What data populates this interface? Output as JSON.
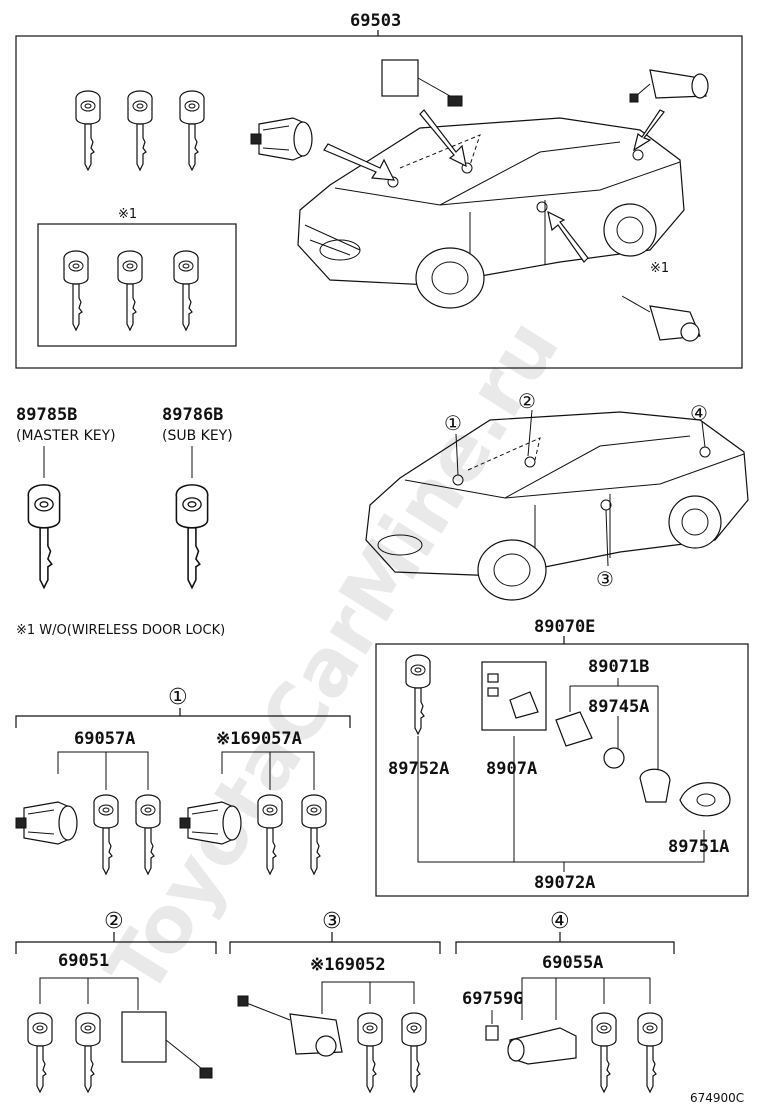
{
  "watermark": "ToyotaCarMine.ru",
  "top_group": {
    "label": "69503",
    "note_mark": "※1"
  },
  "master_key": {
    "part_no": "89785B",
    "desc": "(MASTER KEY)"
  },
  "sub_key": {
    "part_no": "89786B",
    "desc": "(SUB KEY)"
  },
  "footnote": "※1 W/O(WIRELESS DOOR LOCK)",
  "car_callouts": [
    "①",
    "②",
    "③",
    "④"
  ],
  "transmitter_group": {
    "label": "89070E",
    "parts": {
      "p89071B": "89071B",
      "p89745A": "89745A",
      "p89752A": "89752A",
      "p8907A": "8907A",
      "p89751A": "89751A",
      "p89072A": "89072A"
    }
  },
  "section1": {
    "marker": "①",
    "left_label": "69057A",
    "right_label": "※169057A"
  },
  "section2": {
    "marker": "②",
    "label": "69051"
  },
  "section3": {
    "marker": "③",
    "label": "※169052"
  },
  "section4": {
    "marker": "④",
    "label": "69055A",
    "sub_label": "69759G"
  },
  "diagram_code": "674900C"
}
